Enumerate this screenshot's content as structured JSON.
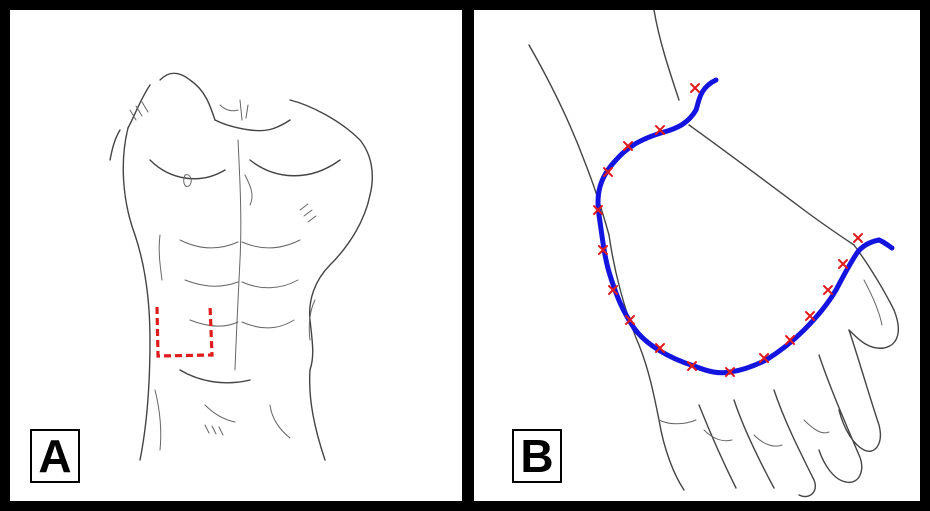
{
  "panels": [
    {
      "id": "A",
      "label": "A",
      "subject": "torso"
    },
    {
      "id": "B",
      "label": "B",
      "subject": "hand"
    }
  ],
  "colors": {
    "background": "#000000",
    "panel": "#ffffff",
    "sketch": "#444444",
    "incision": "#e01b1b",
    "suture_line": "#1414e0",
    "stitch": "#e01b1b"
  },
  "icons": [
    "torso-sketch",
    "hand-sketch",
    "flap-outline",
    "suture-line",
    "stitch-marks"
  ]
}
